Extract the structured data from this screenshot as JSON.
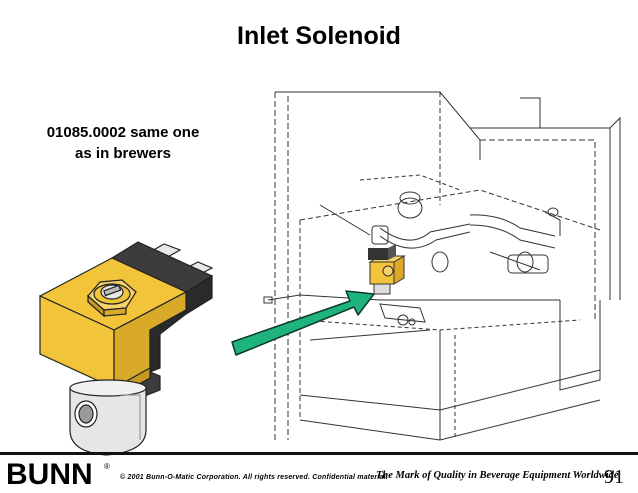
{
  "slide": {
    "title": "Inlet Solenoid",
    "note_line1": "01085.0002 same one",
    "note_line2": "as in brewers",
    "page_number": "91"
  },
  "footer": {
    "brand": "BUNN",
    "registered_mark": "®",
    "copyright": "© 2001 Bunn-O-Matic Corporation. All rights reserved. Confidential material.",
    "tagline": "The Mark of Quality in Beverage Equipment Worldwide"
  },
  "colors": {
    "solenoid_yellow": "#f2c43a",
    "solenoid_dark": "#4a4a4a",
    "arrow_green": "#1fb37d",
    "line_art": "#333333"
  },
  "icons": [
    "solenoid-valve-illustration",
    "machine-line-drawing",
    "pointer-arrow"
  ]
}
